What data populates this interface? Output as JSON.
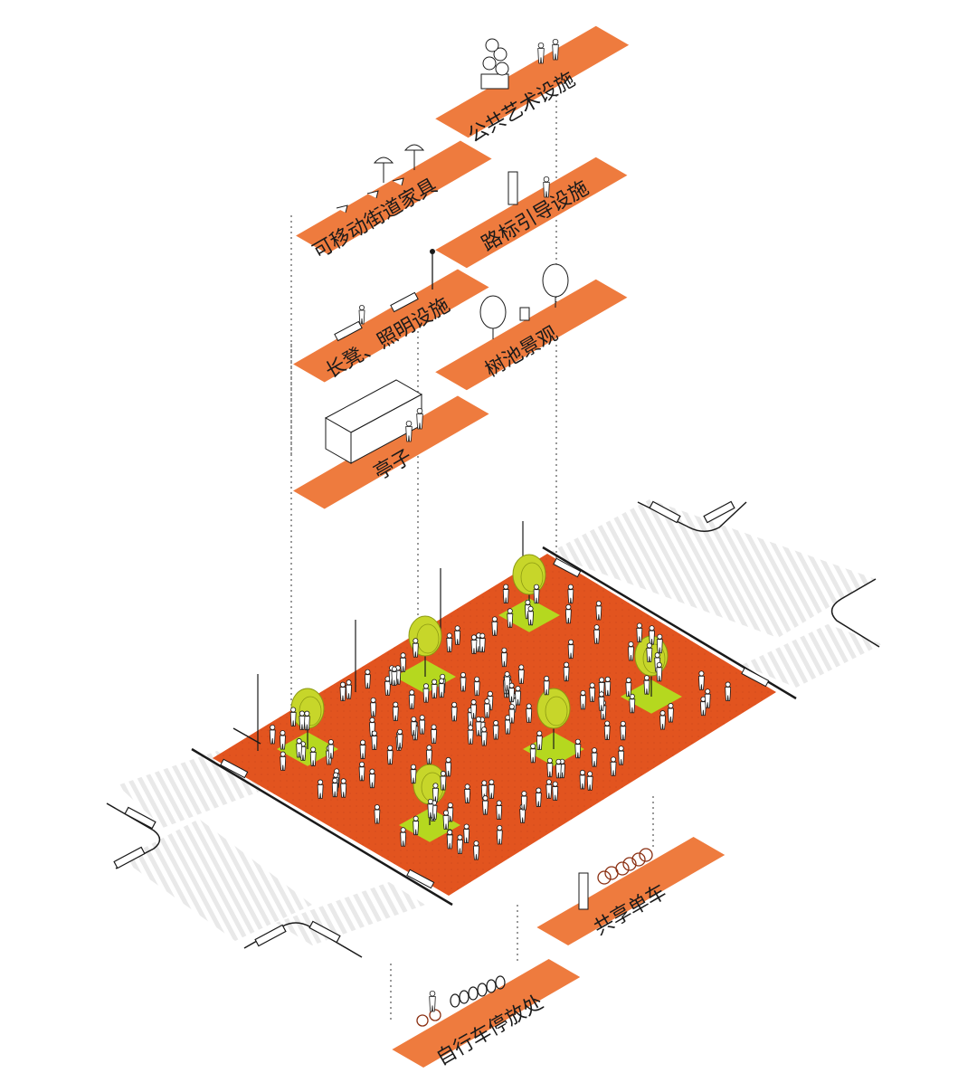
{
  "diagram": {
    "colors": {
      "platform": "#EE7B3E",
      "plaza": "#E2541F",
      "plaza_dots": "#C8421A",
      "tree_canopy": "#C7D62A",
      "tree_ground": "#B5D81F",
      "line": "#1a1a1a",
      "crossing": "#e9e9e9"
    },
    "layers": [
      {
        "id": "public-art",
        "label": "公共艺术设施",
        "icon": "sculpture-icon"
      },
      {
        "id": "movable-furniture",
        "label": "可移动街道家具",
        "icon": "umbrella-table-icon"
      },
      {
        "id": "wayfinding",
        "label": "路标引导设施",
        "icon": "signpost-icon"
      },
      {
        "id": "bench-lighting",
        "label": "长凳、照明设施",
        "icon": "bench-icon"
      },
      {
        "id": "tree-pits",
        "label": "树池景观",
        "icon": "tree-icon"
      },
      {
        "id": "kiosk",
        "label": "亭子",
        "icon": "kiosk-icon"
      },
      {
        "id": "bike-share",
        "label": "共享单车",
        "icon": "bike-share-icon"
      },
      {
        "id": "bike-parking",
        "label": "自行车停放处",
        "icon": "bike-rack-icon"
      }
    ]
  }
}
